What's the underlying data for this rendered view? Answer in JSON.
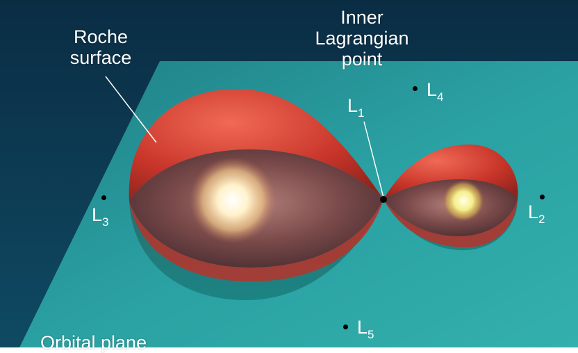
{
  "colors": {
    "background": "#0b3a52",
    "plane": "#2a9a9d",
    "lobe": "#c8352a",
    "lobe_inner": "#8a2a26",
    "star": "#fff6d8",
    "white_border": "#ffffff"
  },
  "labels": {
    "roche_line1": "Roche",
    "roche_line2": "surface",
    "inner_line1": "Inner",
    "inner_line2": "Lagrangian",
    "inner_line3": "point",
    "orbital_plane": "Orbital plane"
  },
  "points": [
    {
      "name": "L1",
      "letter": "L",
      "sub": "1"
    },
    {
      "name": "L2",
      "letter": "L",
      "sub": "2"
    },
    {
      "name": "L3",
      "letter": "L",
      "sub": "3"
    },
    {
      "name": "L4",
      "letter": "L",
      "sub": "4"
    },
    {
      "name": "L5",
      "letter": "L",
      "sub": "5"
    }
  ]
}
